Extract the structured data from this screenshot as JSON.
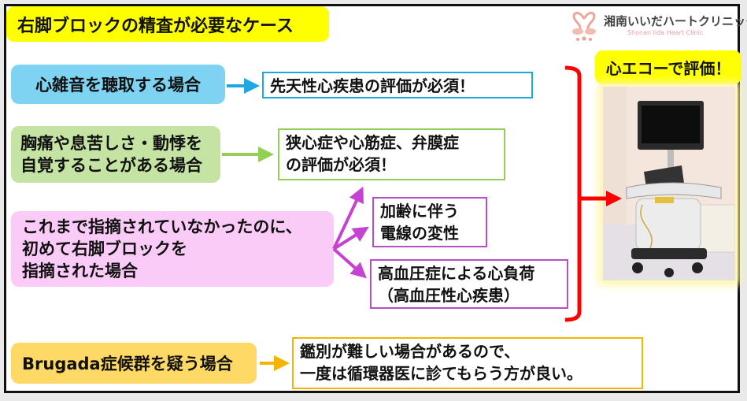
{
  "title": "右脚ブロックの精査が必要なケース",
  "logo": {
    "name_ja": "湘南いいだハートクリニック",
    "name_en": "Shonan Iida Heart Clinic",
    "icon": "flamingo-heart-logo-icon"
  },
  "cases": [
    {
      "condition_lines": [
        "心雑音を聴取する場合"
      ],
      "color": "#7fd3f2",
      "results": [
        {
          "lines": [
            "先天性心疾患の評価が必須！"
          ],
          "border": "#1ea7e0"
        }
      ]
    },
    {
      "condition_lines": [
        "胸痛や息苦しさ・動悸を",
        "自覚することがある場合"
      ],
      "color": "#c5e3a3",
      "results": [
        {
          "lines": [
            "狭心症や心筋症、弁膜症",
            "の評価が必須！"
          ],
          "border": "#92cf52"
        }
      ]
    },
    {
      "condition_lines": [
        "これまで指摘されていなかったのに、",
        "初めて右脚ブロックを",
        "指摘された場合"
      ],
      "color": "#fbcbf8",
      "results": [
        {
          "lines": [
            "加齢に伴う",
            "電線の変性"
          ],
          "border": "#b84ec8"
        },
        {
          "lines": [
            "高血圧症による心負荷",
            "（高血圧性心疾患）"
          ],
          "border": "#b84ec8"
        }
      ]
    },
    {
      "condition_lines": [
        "Brugada症候群を疑う場合"
      ],
      "color": "#ffd966",
      "results": [
        {
          "lines": [
            "鑑別が難しい場合があるので、",
            "一度は循環器医に診てもらう方が良い。"
          ],
          "border": "#f5b400"
        }
      ]
    }
  ],
  "echo": {
    "label": "心エコーで評価！",
    "image": "ultrasound-machine-photo",
    "bracket_color": "#ff0000"
  }
}
